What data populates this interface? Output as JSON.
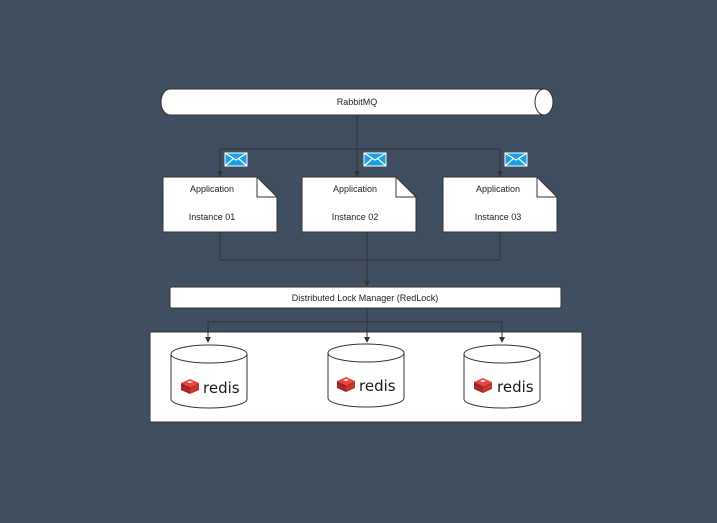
{
  "queue": {
    "label": "RabbitMQ"
  },
  "instances": [
    {
      "line1": "Application",
      "line2": "Instance 01"
    },
    {
      "line1": "Application",
      "line2": "Instance 02"
    },
    {
      "line1": "Application",
      "line2": "Instance 03"
    }
  ],
  "lock_manager": {
    "label": "Distributed Lock Manager (RedLock)"
  },
  "redis_nodes": [
    {
      "label": "redis"
    },
    {
      "label": "redis"
    },
    {
      "label": "redis"
    }
  ],
  "colors": {
    "background": "#3f4e61",
    "node_fill": "#ffffff",
    "node_stroke": "#333333",
    "envelope": "#1ba1e2",
    "redis_red": "#c6302b"
  }
}
